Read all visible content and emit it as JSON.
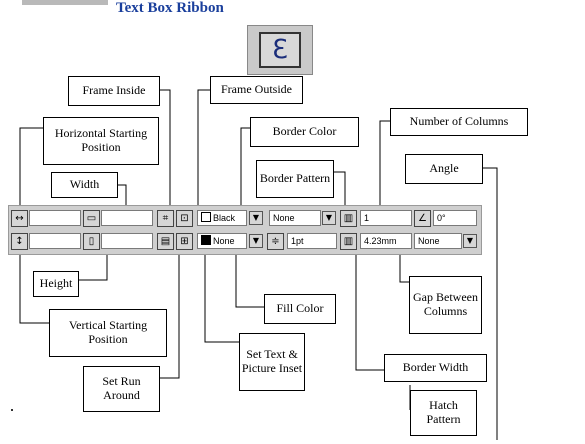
{
  "title": "Text Box Ribbon",
  "ribbon_icon": {
    "name": "text-box-icon",
    "glyph": "ℇ"
  },
  "ribbon": {
    "row1": {
      "border_color_value": "Black",
      "border_pattern_value": "None",
      "columns_value": "1",
      "angle_value": "0°"
    },
    "row2": {
      "fill_color_value": "None",
      "border_width_value": "1pt",
      "gap_value": "4.23mm",
      "hatch_value": "None"
    }
  },
  "labels": {
    "frame_inside": "Frame Inside",
    "frame_outside": "Frame Outside",
    "horizontal_start": "Horizontal Starting Position",
    "border_color": "Border Color",
    "number_of_columns": "Number of Columns",
    "width": "Width",
    "border_pattern": "Border Pattern",
    "angle": "Angle",
    "height": "Height",
    "gap_between_columns": "Gap Between Columns",
    "fill_color": "Fill Color",
    "vertical_start": "Vertical Starting Position",
    "set_text_inset": "Set Text & Picture Inset",
    "set_run_around": "Set Run Around",
    "border_width": "Border Width",
    "hatch_pattern": "Hatch Pattern"
  }
}
